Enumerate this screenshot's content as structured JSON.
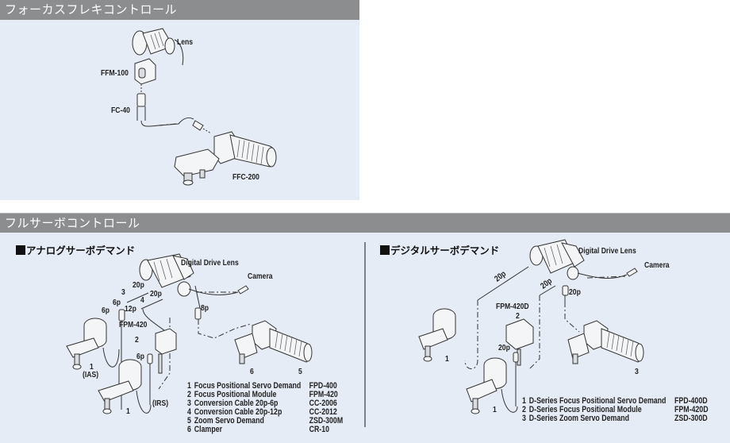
{
  "sections": {
    "focus_flexi": {
      "title": "フォーカスフレキコントロール",
      "labels": {
        "lens": "Lens",
        "module": "FFM-100",
        "cable": "FC-40",
        "controller": "FFC-200"
      }
    },
    "full_servo": {
      "title": "フルサーボコントロール",
      "analog": {
        "heading": "アナログサーボデマンド",
        "labels": {
          "lens": "Digital Drive Lens",
          "camera": "Camera",
          "p20a": "20p",
          "p20b": "20p",
          "n3": "3",
          "n4": "4",
          "p6a": "6p",
          "p6b": "6p",
          "p12": "12p",
          "p8": "8p",
          "fpm": "FPM-420",
          "n2": "2",
          "p6c": "6p",
          "n1a": "1",
          "ias": "(IAS)",
          "n1b": "1",
          "irs": "(IRS)",
          "n6": "6",
          "n5": "5"
        },
        "legend": [
          {
            "num": "1",
            "name": "Focus Positional Servo Demand",
            "model": "FPD-400"
          },
          {
            "num": "2",
            "name": "Focus Positional Module",
            "model": "FPM-420"
          },
          {
            "num": "3",
            "name": "Conversion Cable 20p-6p",
            "model": "CC-2006"
          },
          {
            "num": "4",
            "name": "Conversion Cable 20p-12p",
            "model": "CC-2012"
          },
          {
            "num": "5",
            "name": "Zoom Servo Demand",
            "model": "ZSD-300M"
          },
          {
            "num": "6",
            "name": "Clamper",
            "model": "CR-10"
          }
        ]
      },
      "digital": {
        "heading": "デジタルサーボデマンド",
        "labels": {
          "lens": "Digital Drive Lens",
          "camera": "Camera",
          "p20a": "20p",
          "p20b": "20p",
          "p20c": "20p",
          "fpm": "FPM-420D",
          "n2": "2",
          "p20d": "20p",
          "n1a": "1",
          "n1b": "1",
          "n3": "3"
        },
        "legend": [
          {
            "num": "1",
            "name": "D-Series Focus Positional Servo Demand",
            "model": "FPD-400D"
          },
          {
            "num": "2",
            "name": "D-Series Focus Positional Module",
            "model": "FPM-420D"
          },
          {
            "num": "3",
            "name": "D-Series Zoom Servo Demand",
            "model": "ZSD-300D"
          }
        ]
      }
    }
  },
  "colors": {
    "header_bg": "#8c8d8e",
    "panel_bg": "#e6ecf6",
    "divider": "#7c7f83"
  }
}
